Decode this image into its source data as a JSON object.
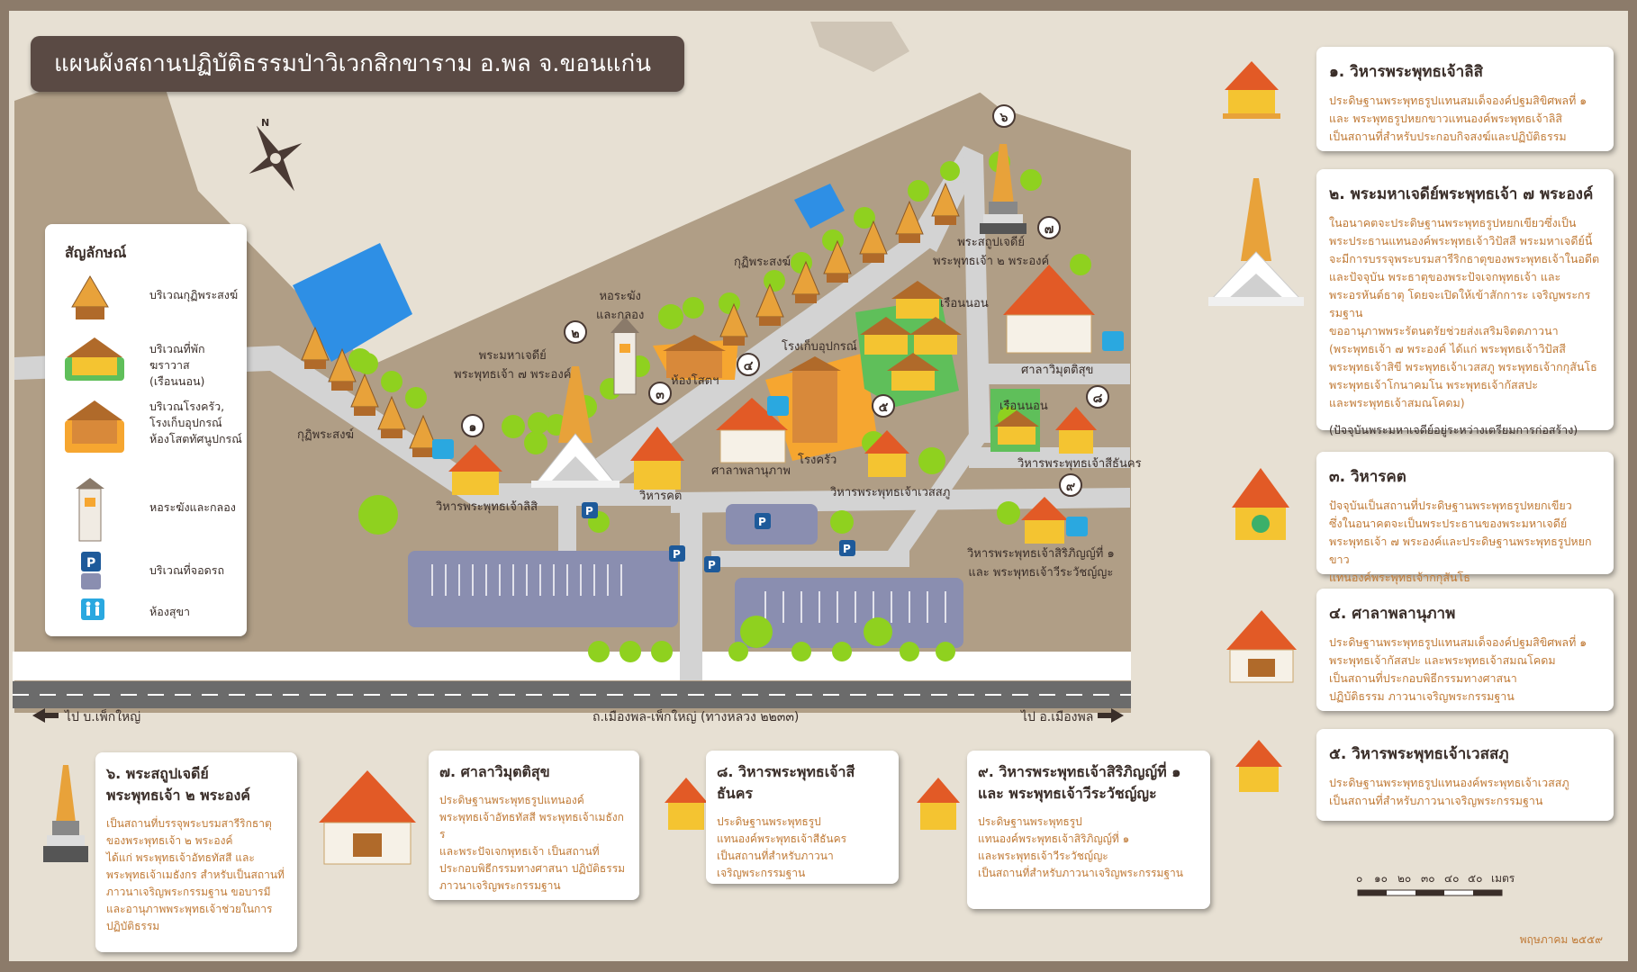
{
  "title": "แผนผังสถานปฏิบัติธรรมป่าวิเวกสิกขาราม อ.พล จ.ขอนแก่น",
  "compass": "N",
  "legend": {
    "heading": "สัญลักษณ์",
    "items": [
      {
        "label": "บริเวณกุฏิพระสงฆ์",
        "icon": "kuti-icon"
      },
      {
        "label": "บริเวณที่พักฆราวาส\n(เรือนนอน)",
        "icon": "guest-house-icon"
      },
      {
        "label": "บริเวณโรงครัว,\nโรงเก็บอุปกรณ์\nห้องโสตทัศนูปกรณ์",
        "icon": "kitchen-icon"
      },
      {
        "label": "หอระฆังและกลอง",
        "icon": "bell-tower-icon"
      },
      {
        "label": "บริเวณที่จอดรถ",
        "icon": "parking-icon"
      },
      {
        "label": "ห้องสุขา",
        "icon": "restroom-icon"
      }
    ]
  },
  "map_labels": {
    "kuti_upper": "กุฏิพระสงฆ์",
    "kuti_lower": "กุฏิพระสงฆ์",
    "bell_tower": "หอระฆัง\nและกลอง",
    "great_chedi": "พระมหาเจดีย์\nพระพุทธเจ้า ๗ พระองค์",
    "av_room": "ห้องโสตฯ",
    "storage": "โรงเก็บอุปกรณ์",
    "kitchen": "โรงครัว",
    "sala": "ศาลาพลานุภาพ",
    "viharakot": "วิหารคต",
    "vihara_lisi": "วิหารพระพุทธเจ้าลิสิ",
    "vihara_wessaphu": "วิหารพระพุทธเจ้าเวสสภู",
    "guest_upper": "เรือนนอน",
    "guest_lower": "เรือนนอน",
    "sala_wimut": "ศาลาวิมุตติสุข",
    "stupa_2": "พระสถูปเจดีย์\nพระพุทธเจ้า ๒ พระองค์",
    "vihara_sithanakon": "วิหารพระพุทธเจ้าสีธันคร",
    "vihara_9": "วิหารพระพุทธเจ้าสิริภิญญ์ที่ ๑\nและ พระพุทธเจ้าวีระวัชญ์ญะ",
    "road": "ถ.เมืองพล-เพ็กใหญ่ (ทางหลวง ๒๒๓๓)",
    "to_left": "ไป บ.เพ็กใหญ่",
    "to_right": "ไป อ.เมืองพล"
  },
  "markers": [
    "๑",
    "๒",
    "๓",
    "๔",
    "๕",
    "๖",
    "๗",
    "๘",
    "๙"
  ],
  "cards": [
    {
      "title": "๑. วิหารพระพุทธเจ้าลิสิ",
      "text": "ประดิษฐานพระพุทธรูปแทนสมเด็จองค์ปฐมสิขิศพลที่ ๑\nและ พระพุทธรูปหยกขาวแทนองค์พระพุทธเจ้าลิสิ\nเป็นสถานที่สำหรับประกอบกิจสงฆ์และปฏิบัติธรรม"
    },
    {
      "title": "๒. พระมหาเจดีย์พระพุทธเจ้า ๗ พระองค์",
      "text": "ในอนาคตจะประดิษฐานพระพุทธรูปหยกเขียวซึ่งเป็น\nพระประธานแทนองค์พระพุทธเจ้าวิปัสสี พระมหาเจดีย์นี้\nจะมีการบรรจุพระบรมสารีริกธาตุของพระพุทธเจ้าในอดีต\nและปัจจุบัน พระธาตุของพระปัจเจกพุทธเจ้า และ\nพระอรหันต์ธาตุ โดยจะเปิดให้เข้าสักการะ เจริญพระกรรมฐาน\nขออานุภาพพระรัตนตรัยช่วยส่งเสริมจิตตภาวนา\n(พระพุทธเจ้า ๗ พระองค์ ได้แก่ พระพุทธเจ้าวิปัสสี\nพระพุทธเจ้าสิขี พระพุทธเจ้าเวสสภู พระพุทธเจ้ากกุสันโธ\nพระพุทธเจ้าโกนาคมโน พระพุทธเจ้ากัสสปะ\nและพระพุทธเจ้าสมณโคดม)",
      "note": "(ปัจจุบันพระมหาเจดีย์อยู่ระหว่างเตรียมการก่อสร้าง)"
    },
    {
      "title": "๓. วิหารคต",
      "text": "ปัจจุบันเป็นสถานที่ประดิษฐานพระพุทธรูปหยกเขียว\nซึ่งในอนาคตจะเป็นพระประธานของพระมหาเจดีย์\nพระพุทธเจ้า ๗ พระองค์และประดิษฐานพระพุทธรูปหยกขาว\nแทนองค์พระพุทธเจ้ากกุสันโธ"
    },
    {
      "title": "๔. ศาลาพลานุภาพ",
      "text": "ประดิษฐานพระพุทธรูปแทนสมเด็จองค์ปฐมสิขิศพลที่ ๑\nพระพุทธเจ้ากัสสปะ และพระพุทธเจ้าสมณโคดม\nเป็นสถานที่ประกอบพิธีกรรมทางศาสนา\nปฏิบัติธรรม ภาวนาเจริญพระกรรมฐาน"
    },
    {
      "title": "๕. วิหารพระพุทธเจ้าเวสสภู",
      "text": "ประดิษฐานพระพุทธรูปแทนองค์พระพุทธเจ้าเวสสภู\nเป็นสถานที่สำหรับภาวนาเจริญพระกรรมฐาน"
    },
    {
      "title": "๖. พระสถูปเจดีย์\nพระพุทธเจ้า ๒ พระองค์",
      "text": "เป็นสถานที่บรรจุพระบรมสารีริกธาตุ\nของพระพุทธเจ้า ๒ พระองค์\nได้แก่ พระพุทธเจ้าอัทธทัสสี และ\nพระพุทธเจ้าเมธังกร สำหรับเป็นสถานที่\nภาวนาเจริญพระกรรมฐาน ขอบารมี\nและอานุภาพพระพุทธเจ้าช่วยในการ\nปฏิบัติธรรม"
    },
    {
      "title": "๗. ศาลาวิมุตติสุข",
      "text": "ประดิษฐานพระพุทธรูปแทนองค์\nพระพุทธเจ้าอัทธทัสสี พระพุทธเจ้าเมธังกร\nและพระปัจเจกพุทธเจ้า เป็นสถานที่\nประกอบพิธีกรรมทางศาสนา ปฏิบัติธรรม\nภาวนาเจริญพระกรรมฐาน"
    },
    {
      "title": "๘. วิหารพระพุทธเจ้าสีธันคร",
      "text": "ประดิษฐานพระพุทธรูป\nแทนองค์พระพุทธเจ้าสีธันคร\nเป็นสถานที่สำหรับภาวนา\nเจริญพระกรรมฐาน"
    },
    {
      "title": "๙. วิหารพระพุทธเจ้าสิริภิญญ์ที่ ๑\nและ พระพุทธเจ้าวีระวัชญ์ญะ",
      "text": "ประดิษฐานพระพุทธรูป\nแทนองค์พระพุทธเจ้าสิริภิญญ์ที่ ๑\nและพระพุทธเจ้าวีระวัชญ์ญะ\nเป็นสถานที่สำหรับภาวนาเจริญพระกรรมฐาน"
    }
  ],
  "scale": {
    "ticks": [
      "๐",
      "๑๐",
      "๒๐",
      "๓๐",
      "๔๐",
      "๕๐"
    ],
    "unit": "เมตร"
  },
  "date": "พฤษภาคม ๒๕๕๙",
  "colors": {
    "ground": "#b09e86",
    "road": "#d0d0d0",
    "parking": "#8a8eb0",
    "pond": "#2e8fe5",
    "kitchen_zone": "#f6a630",
    "guest_zone": "#5fbf5a",
    "roof": "#e25a26",
    "gold": "#f4c431"
  }
}
